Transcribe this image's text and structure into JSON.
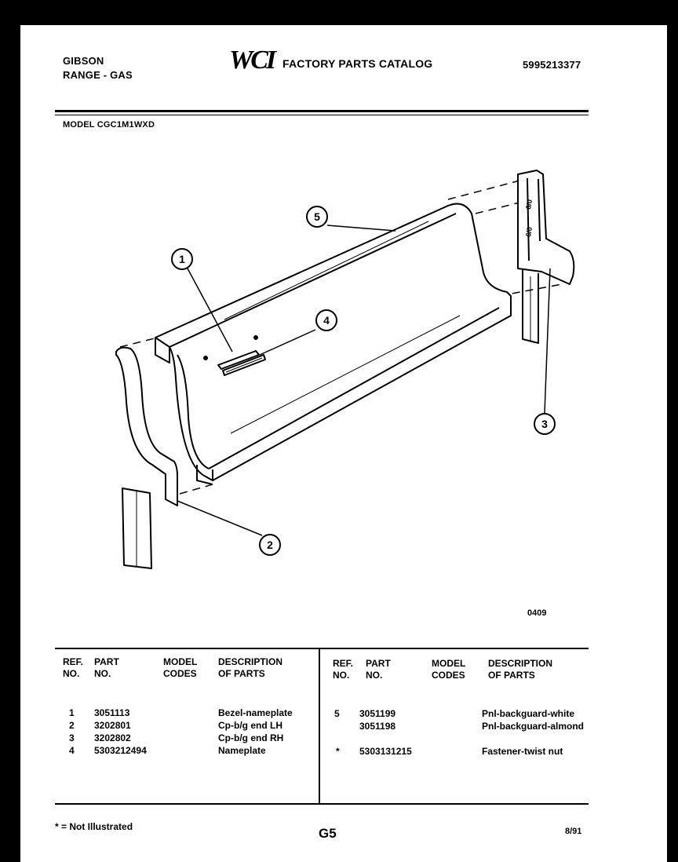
{
  "header": {
    "brand_line1": "GIBSON",
    "brand_line2": "RANGE - GAS",
    "logo_text": "WCI",
    "catalog_title": "FACTORY PARTS CATALOG",
    "catalog_number": "5995213377",
    "model_label": "MODEL CGC1M1WXD"
  },
  "diagram": {
    "callouts": [
      "1",
      "2",
      "3",
      "4",
      "5"
    ],
    "figure_code": "0409"
  },
  "table": {
    "headers": {
      "ref_no": [
        "REF.",
        "NO."
      ],
      "part_no": [
        "PART",
        "NO."
      ],
      "model_codes": [
        "MODEL",
        "CODES"
      ],
      "description": [
        "DESCRIPTION",
        "OF PARTS"
      ]
    },
    "left_rows": [
      {
        "ref": "1",
        "part": "3051113",
        "codes": "",
        "desc": "Bezel-nameplate"
      },
      {
        "ref": "2",
        "part": "3202801",
        "codes": "",
        "desc": "Cp-b/g end LH"
      },
      {
        "ref": "3",
        "part": "3202802",
        "codes": "",
        "desc": "Cp-b/g end RH"
      },
      {
        "ref": "4",
        "part": "5303212494",
        "codes": "",
        "desc": "Nameplate"
      }
    ],
    "right_rows": [
      {
        "ref": "5",
        "part": "3051199",
        "codes": "",
        "desc": "Pnl-backguard-white"
      },
      {
        "ref": "",
        "part": "3051198",
        "codes": "",
        "desc": "Pnl-backguard-almond"
      },
      {
        "ref": "*",
        "part": "5303131215",
        "codes": "",
        "desc": "Fastener-twist nut"
      }
    ]
  },
  "footer": {
    "note": "* = Not Illustrated",
    "page_code": "G5",
    "date": "8/91"
  }
}
